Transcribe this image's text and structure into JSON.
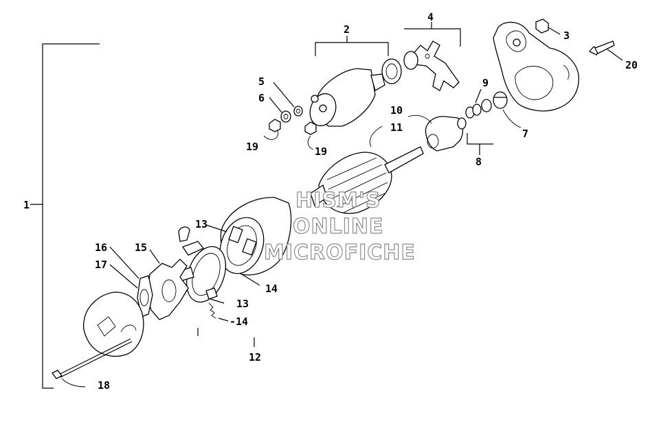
{
  "diagram": {
    "labels": {
      "l1": "1",
      "l2": "2",
      "l3": "3",
      "l4": "4",
      "l5": "5",
      "l6": "6",
      "l7": "7",
      "l8": "8",
      "l9": "9",
      "l10": "10",
      "l11": "11",
      "l12": "12",
      "l13a": "13",
      "l13b": "13",
      "l14a": "14",
      "l14b": "-14",
      "l15": "15",
      "l16": "16",
      "l17": "17",
      "l18": "18",
      "l19a": "19",
      "l19b": "19",
      "l20": "20"
    },
    "watermark": {
      "line1": "HISM'S",
      "line2": "ONLINE",
      "line3": "MICROFICHE"
    }
  }
}
